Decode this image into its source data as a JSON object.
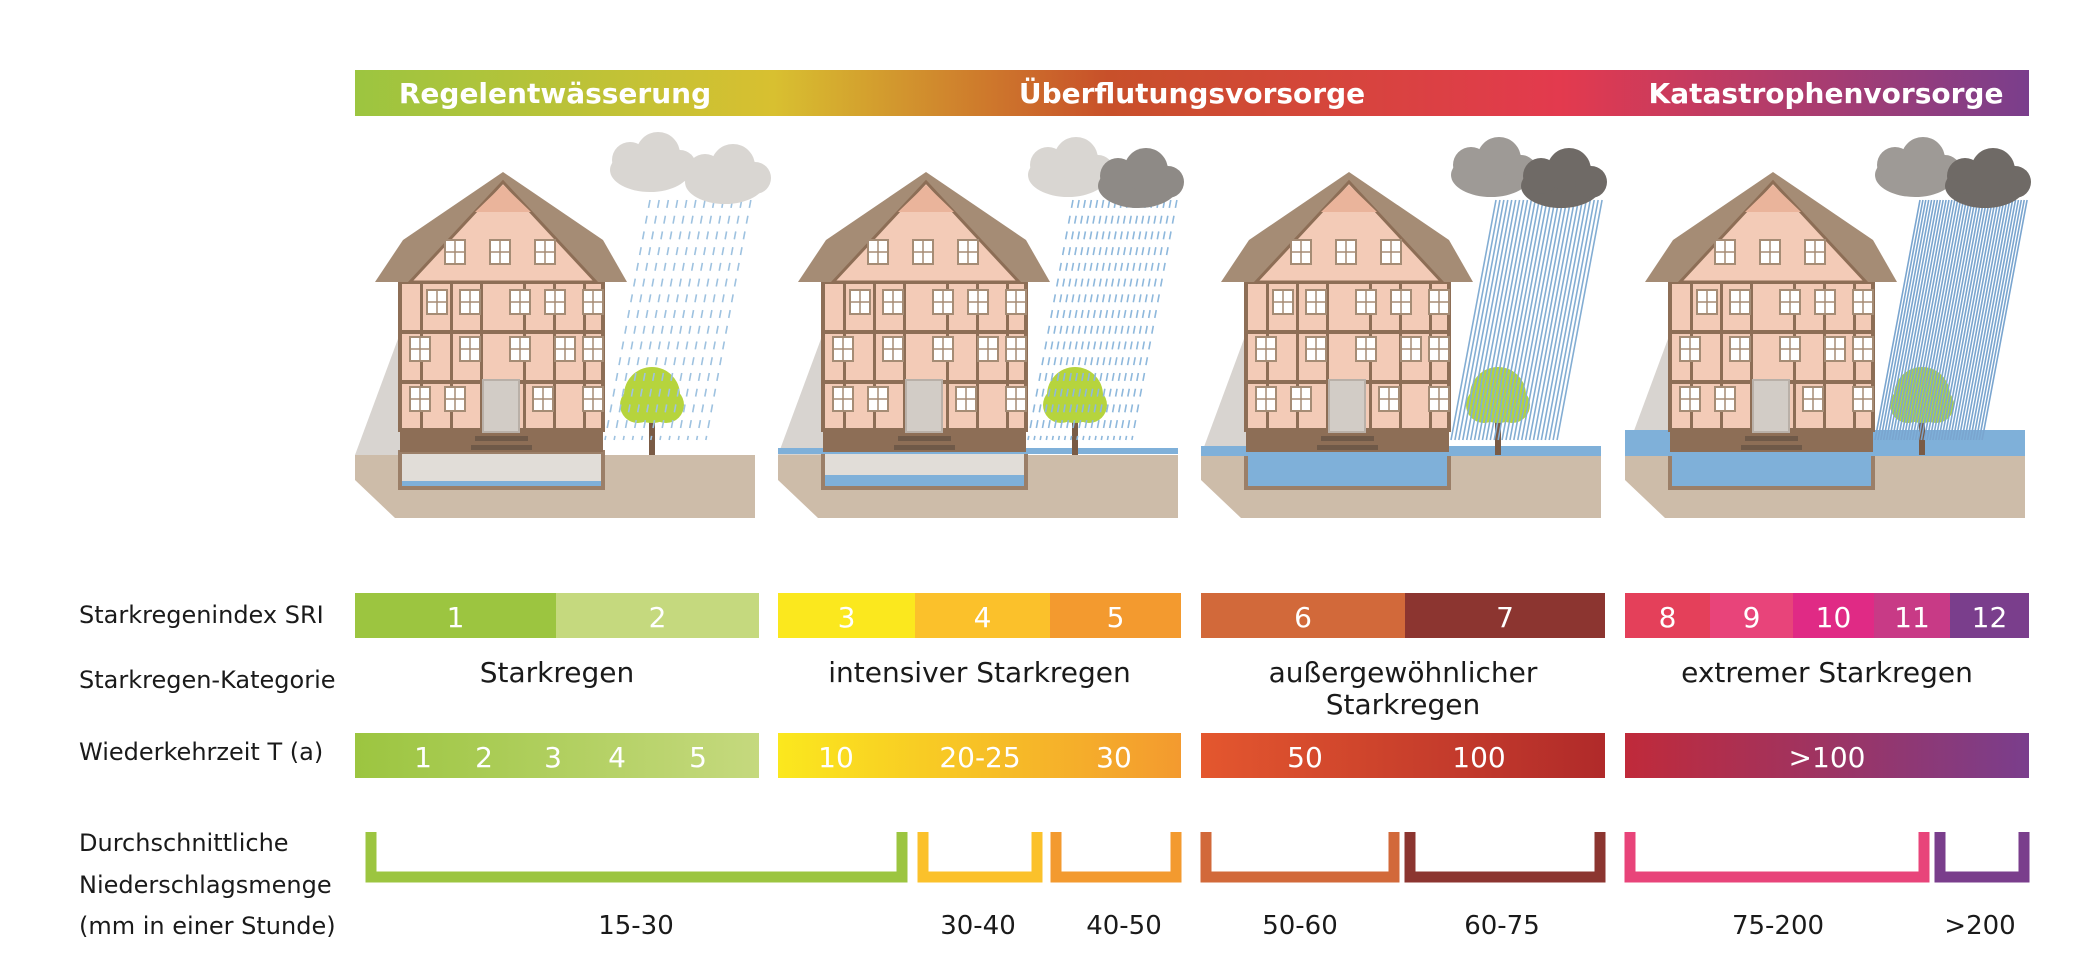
{
  "header": {
    "zones": [
      "Regelentwässerung",
      "Überflutungsvorsorge",
      "Katastrophenvorsorge"
    ],
    "gradient_colors": [
      "#9cc540",
      "#d8c030",
      "#c8502a",
      "#e33a4e",
      "#7a3e8c"
    ]
  },
  "rows": {
    "sri_label": "Starkregenindex SRI",
    "category_label": "Starkregen-Kategorie",
    "return_label": "Wiederkehrzeit T (a)",
    "precip_label": [
      "Durchschnittliche",
      "Niederschlagsmenge",
      "(mm in einer Stunde)"
    ]
  },
  "sri": [
    {
      "label": "1",
      "color": "#9cc540"
    },
    {
      "label": "2",
      "color": "#c5d97e"
    },
    {
      "label": "3",
      "color": "#fbe81e"
    },
    {
      "label": "4",
      "color": "#fbc12b"
    },
    {
      "label": "5",
      "color": "#f39a2f"
    },
    {
      "label": "6",
      "color": "#d2693a"
    },
    {
      "label": "7",
      "color": "#8c3530"
    },
    {
      "label": "8",
      "color": "#e4405a"
    },
    {
      "label": "9",
      "color": "#e8447a"
    },
    {
      "label": "10",
      "color": "#e02a85"
    },
    {
      "label": "11",
      "color": "#c83a86"
    },
    {
      "label": "12",
      "color": "#7a3e8c"
    }
  ],
  "categories": [
    {
      "lines": [
        "Starkregen"
      ]
    },
    {
      "lines": [
        "intensiver Starkregen"
      ]
    },
    {
      "lines": [
        "außergewöhnlicher",
        "Starkregen"
      ]
    },
    {
      "lines": [
        "extremer Starkregen"
      ]
    }
  ],
  "return_periods": [
    {
      "labels": [
        "1",
        "2",
        "3",
        "4",
        "5"
      ],
      "colors": [
        "#9cc540",
        "#c5d97e"
      ]
    },
    {
      "labels": [
        "10",
        "20-25",
        "30"
      ],
      "colors": [
        "#fbe81e",
        "#f39a2f"
      ]
    },
    {
      "labels": [
        "50",
        "100"
      ],
      "colors": [
        "#e4572e",
        "#b02a2a"
      ]
    },
    {
      "labels": [
        ">100"
      ],
      "colors": [
        "#c02a3a",
        "#7a3e8c"
      ]
    }
  ],
  "precipitation": [
    {
      "label": "15-30",
      "color": "#9cc540"
    },
    {
      "label": "30-40",
      "color": "#fbc12b"
    },
    {
      "label": "40-50",
      "color": "#f39a2f"
    },
    {
      "label": "50-60",
      "color": "#d2693a"
    },
    {
      "label": "60-75",
      "color": "#8c3530"
    },
    {
      "label": "75-200",
      "color": "#e8447a"
    },
    {
      "label": ">200",
      "color": "#7a3e8c"
    }
  ],
  "scenes": [
    {
      "cloud": "light",
      "rain": "light",
      "flood": "none"
    },
    {
      "cloud": "medium",
      "rain": "medium",
      "flood": "basement"
    },
    {
      "cloud": "dark",
      "rain": "heavy",
      "flood": "street"
    },
    {
      "cloud": "dark",
      "rain": "extreme",
      "flood": "ground-floor"
    }
  ]
}
